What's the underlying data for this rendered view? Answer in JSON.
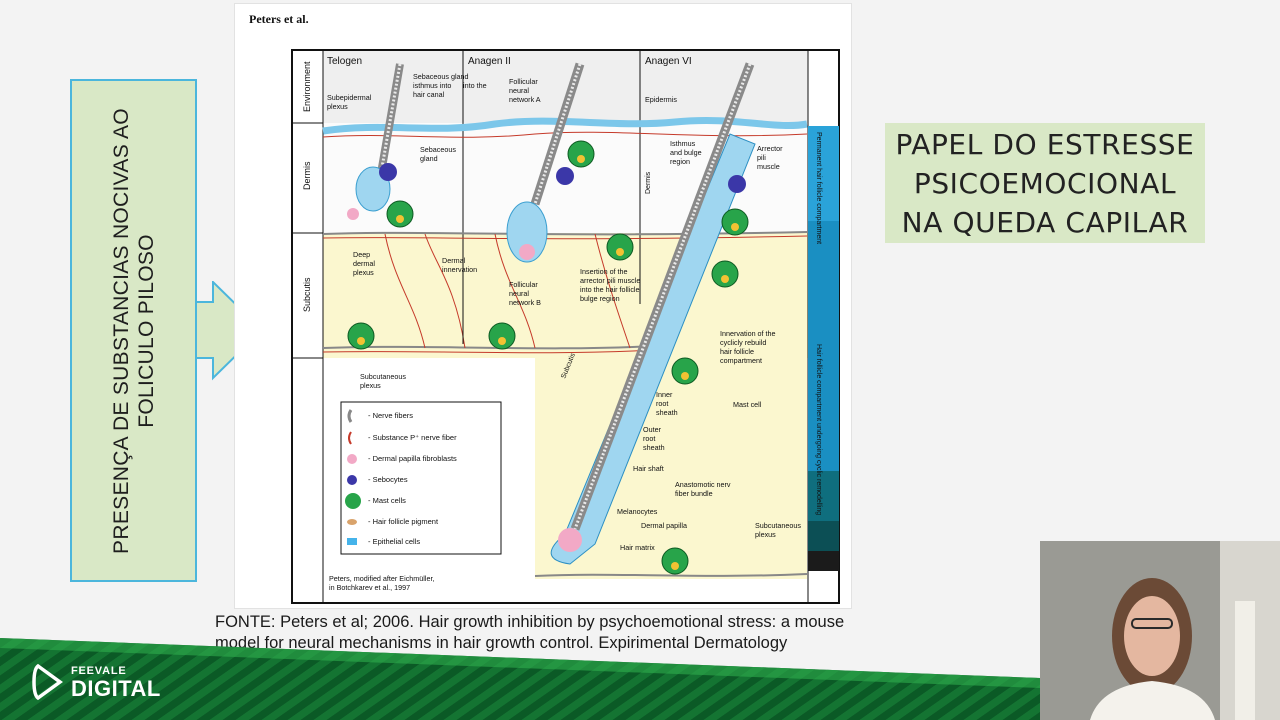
{
  "slide": {
    "left_callout": "PRESENÇA DE SUBSTANCIAS  NOCIVAS AO FOLICULO PILOSO",
    "title_lines": [
      "PAPEL DO ESTRESSE",
      "PSICOEMOCIONAL",
      "NA QUEDA CAPILAR"
    ],
    "caption_lines": [
      "FONTE: Peters et al; 2006. Hair growth inhibition by psychoemotional stress: a mouse",
      "model for neural mechanisms in hair growth control. Expirimental Dermatology"
    ],
    "colors": {
      "callout_fill": "#d9e8c6",
      "callout_border": "#4bb6dc",
      "banner_green": "#0b6b2c"
    }
  },
  "figure": {
    "author": "Peters et al.",
    "panels": [
      "Telogen",
      "Anagen II",
      "Anagen VI"
    ],
    "row_labels": [
      "Environment",
      "Dermis",
      "Subcutis"
    ],
    "right_labels": [
      "Permanent hair follicle compartment",
      "Hair follicle compartment undergoing cyclic remodelling"
    ],
    "annotations": {
      "subepidermal": [
        "Subepidermal",
        "plexus"
      ],
      "sebaceous_isthmus": [
        "Sebaceous gland",
        "isthmus into",
        "hair canal"
      ],
      "into_the": "into the",
      "sebaceous_gland": [
        "Sebaceous",
        "gland"
      ],
      "follicular_a": [
        "Follicular",
        "neural",
        "network A"
      ],
      "epidermis": "Epidermis",
      "isthmus_bulge": [
        "Isthmus",
        "and bulge",
        "region"
      ],
      "arrector": [
        "Arrector",
        "pili",
        "muscle"
      ],
      "dermis_side": "Dermis",
      "deep_dermal": [
        "Deep",
        "dermal",
        "plexus"
      ],
      "dermal_innervation": [
        "Dermal",
        "innervation"
      ],
      "follicular_b": [
        "Follicular",
        "neural",
        "network B"
      ],
      "insertion": [
        "Insertion of the",
        "arrector pili muscle",
        "into the hair follicle",
        "bulge region"
      ],
      "subcutis_diag": "Subcutis",
      "innervation_cyclic": [
        "Innervation of the",
        "cyclicly rebuild",
        "hair follicle",
        "compartment"
      ],
      "subcutaneous_left": [
        "Subcutaneous",
        "plexus"
      ],
      "mast_cell": "Mast cell",
      "inner_root": [
        "Inner",
        "root",
        "sheath"
      ],
      "outer_root": [
        "Outer",
        "root",
        "sheath"
      ],
      "hair_shaft": "Hair shaft",
      "anastomotic": [
        "Anastomotic nerv",
        "fiber bundle"
      ],
      "melanocytes": "Melanocytes",
      "dermal_papilla": "Dermal papilla",
      "hair_matrix": "Hair matrix",
      "subcutaneous_right": [
        "Subcutaneous",
        "plexus"
      ],
      "credit": [
        "Peters, modified after Eichmüller,",
        "in Botchkarev et al., 1997"
      ]
    },
    "legend": [
      {
        "icon": "nerve-fiber-icon",
        "label": "- Nerve fibers"
      },
      {
        "icon": "substance-p-icon",
        "label": "- Substance P⁺ nerve fiber"
      },
      {
        "icon": "papilla-fibroblast-icon",
        "label": "- Dermal papilla fibroblasts"
      },
      {
        "icon": "sebocyte-icon",
        "label": "- Sebocytes"
      },
      {
        "icon": "mast-cell-icon",
        "label": "- Mast cells"
      },
      {
        "icon": "pigment-icon",
        "label": "- Hair follicle pigment"
      },
      {
        "icon": "epithelial-icon",
        "label": "- Epithelial cells"
      }
    ]
  },
  "branding": {
    "logo_small": "FEEVALE",
    "logo_big": "DIGITAL"
  }
}
